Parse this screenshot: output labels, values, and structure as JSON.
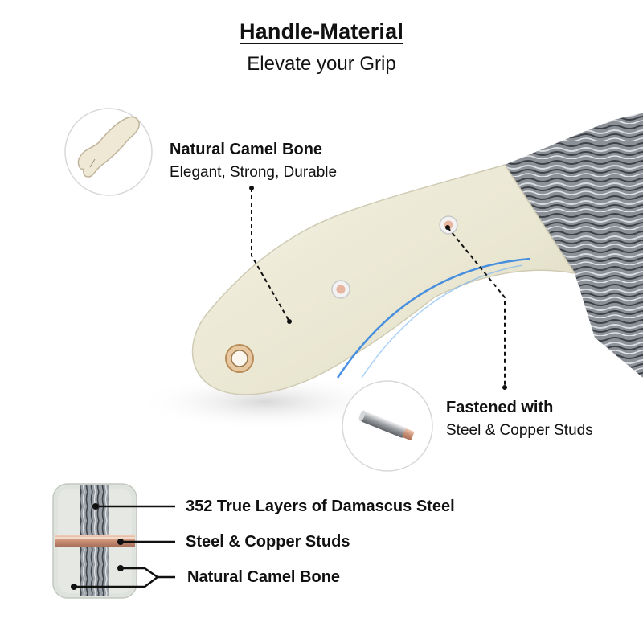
{
  "header": {
    "title": "Handle-Material",
    "subtitle": "Elevate your Grip"
  },
  "features": {
    "bone": {
      "title": "Natural Camel Bone",
      "subtitle": "Elegant, Strong, Durable",
      "icon": "bone-icon"
    },
    "studs": {
      "title": "Fastened with",
      "subtitle": "Steel & Copper Studs",
      "icon": "stud-pin-icon"
    }
  },
  "cross_section": {
    "labels": [
      "352 True Layers of Damascus Steel",
      "Steel & Copper Studs",
      "Natural Camel Bone"
    ]
  },
  "colors": {
    "bone": "#ece9d6",
    "damascus_dark": "#4a4f56",
    "damascus_light": "#c9ccd1",
    "copper": "#d9a58c",
    "accent_blue": "#2a7fe0",
    "text": "#111111"
  }
}
